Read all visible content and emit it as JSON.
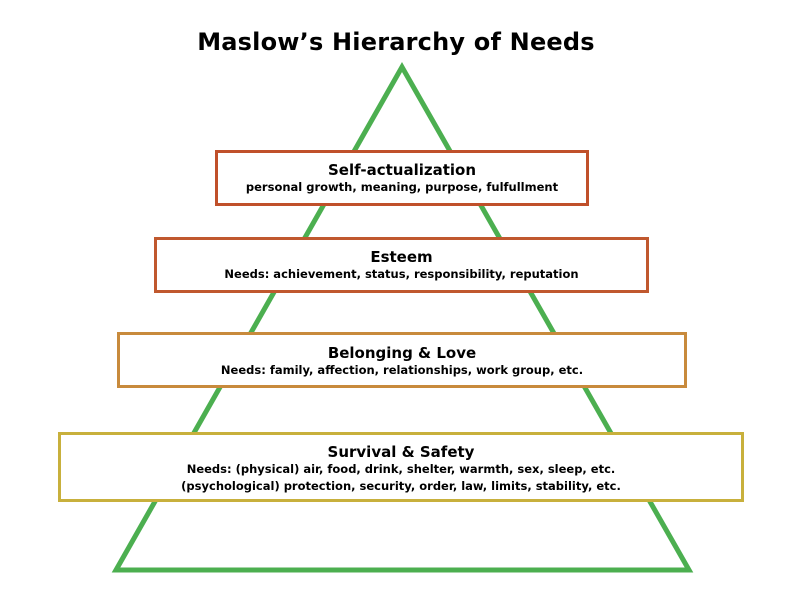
{
  "title": "Maslow’s Hierarchy of Needs",
  "colors": {
    "pyramid_stroke": "#4CAF50",
    "self_actualization": "#C0502A",
    "esteem": "#C0582E",
    "belonging": "#C88A3C",
    "survival": "#C8B03C"
  },
  "levels": {
    "self_actualization": {
      "name": "Self-actualization",
      "desc": "personal growth, meaning, purpose, fulfullment"
    },
    "esteem": {
      "name": "Esteem",
      "desc": "Needs:  achievement, status, responsibility, reputation"
    },
    "belonging": {
      "name": "Belonging & Love",
      "desc": "Needs:  family, affection, relationships, work group, etc."
    },
    "survival": {
      "name": "Survival & Safety",
      "desc_line1": "Needs:  (physical) air, food, drink, shelter, warmth, sex, sleep, etc.",
      "desc_line2": "(psychological) protection, security, order, law, limits, stability, etc."
    }
  }
}
